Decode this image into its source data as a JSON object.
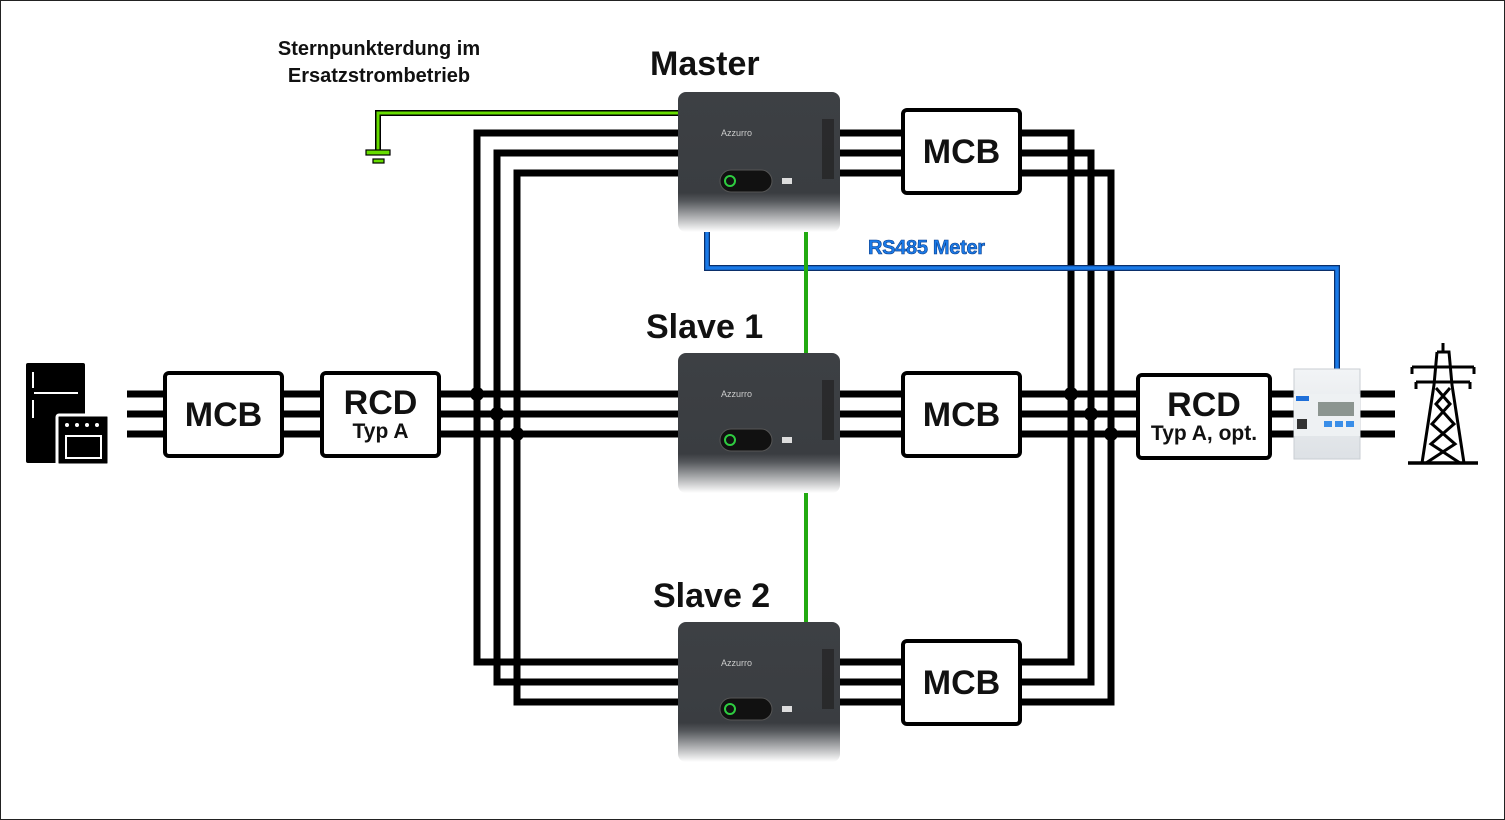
{
  "diagram": {
    "ground_note": {
      "line1": "Sternpunkterdung im",
      "line2": "Ersatzstrombetrieb"
    },
    "inverters": [
      {
        "id": "master",
        "label": "Master"
      },
      {
        "id": "slave1",
        "label": "Slave 1"
      },
      {
        "id": "slave2",
        "label": "Slave 2"
      }
    ],
    "left_chain": {
      "load_icon": "appliances-icon",
      "mcb": {
        "label": "MCB"
      },
      "rcd": {
        "label": "RCD",
        "sub": "Typ A"
      }
    },
    "right_chain": {
      "mcb_master": {
        "label": "MCB"
      },
      "mcb_slave1": {
        "label": "MCB"
      },
      "mcb_slave2": {
        "label": "MCB"
      },
      "rcd": {
        "label": "RCD",
        "sub": "Typ A, opt."
      },
      "meter_icon": "energy-meter-icon",
      "grid_icon": "power-pylon-icon"
    },
    "communication": {
      "rs485_label": "RS485 Meter"
    },
    "colors": {
      "power_line": "#000000",
      "ground_line": "#66dd00",
      "parallel_comm_line": "#33cc22",
      "rs485_line": "#1a7ae8",
      "inverter_body": "#3d4044"
    }
  }
}
